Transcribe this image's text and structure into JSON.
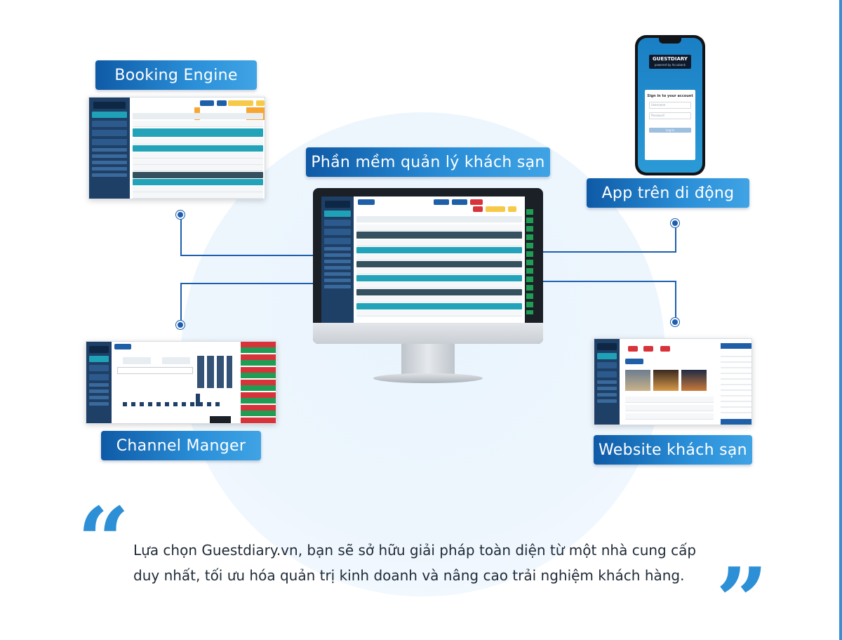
{
  "labels": {
    "booking_engine": "Booking Engine",
    "hotel_software": "Phần mềm quản lý khách sạn",
    "mobile_app": "App trên di động",
    "channel_manager": "Channel Manger",
    "hotel_website": "Website khách sạn"
  },
  "phone": {
    "logo": "GUESTDIARY",
    "logo_sub": "powered by Accubank",
    "card_title": "Sign in to your account",
    "username_placeholder": "Username",
    "password_placeholder": "Password",
    "login_button": "Log in"
  },
  "quote": {
    "open_mark": "“",
    "close_mark": "”",
    "text": "Lựa chọn Guestdiary.vn, bạn sẽ sở hữu giải pháp toàn diện từ một nhà cung cấp duy nhất, tối ưu hóa quản trị kinh doanh và nâng cao trải nghiệm khách hàng."
  },
  "colors": {
    "accent": "#2d8fd6",
    "connector": "#1d5fae",
    "sidebar": "#1e3f66",
    "teal_row": "#22a3b9"
  }
}
